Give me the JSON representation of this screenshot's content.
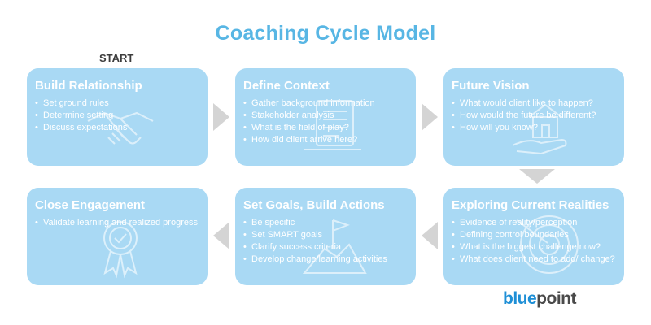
{
  "title": "Coaching Cycle Model",
  "start_label": "START",
  "steps": [
    {
      "title": "Build Relationship",
      "icon": "handshake-icon",
      "bullets": [
        "Set ground rules",
        "Determine setting",
        "Discuss expectations"
      ]
    },
    {
      "title": "Define Context",
      "icon": "document-icon",
      "bullets": [
        "Gather background information",
        "Stakeholder analysis",
        "What is the field of play?",
        "How did client arrive here?"
      ]
    },
    {
      "title": "Future Vision",
      "icon": "house-in-hand-icon",
      "bullets": [
        "What would client like to happen?",
        "How would the future be different?",
        "How will you know?"
      ]
    },
    {
      "title": "Exploring Current Realities",
      "icon": "target-icon",
      "bullets": [
        "Evidence of reality/perception",
        "Defining control boundaries",
        "What is the biggest challenge now?",
        "What does client need to add/ change?"
      ]
    },
    {
      "title": "Set Goals, Build Actions",
      "icon": "flag-on-mountain-icon",
      "bullets": [
        "Be specific",
        "Set SMART goals",
        "Clarify success criteria",
        "Develop change/learning activities"
      ]
    },
    {
      "title": "Close Engagement",
      "icon": "award-ribbon-icon",
      "bullets": [
        "Validate learning and realized progress"
      ]
    }
  ],
  "logo": {
    "part1": "blue",
    "part2": "point"
  },
  "colors": {
    "title": "#58b6e4",
    "box": "#a9d9f4",
    "arrow": "#d4d4d4",
    "logo_blue": "#1e8fd6",
    "logo_dark": "#4a4a4a"
  }
}
